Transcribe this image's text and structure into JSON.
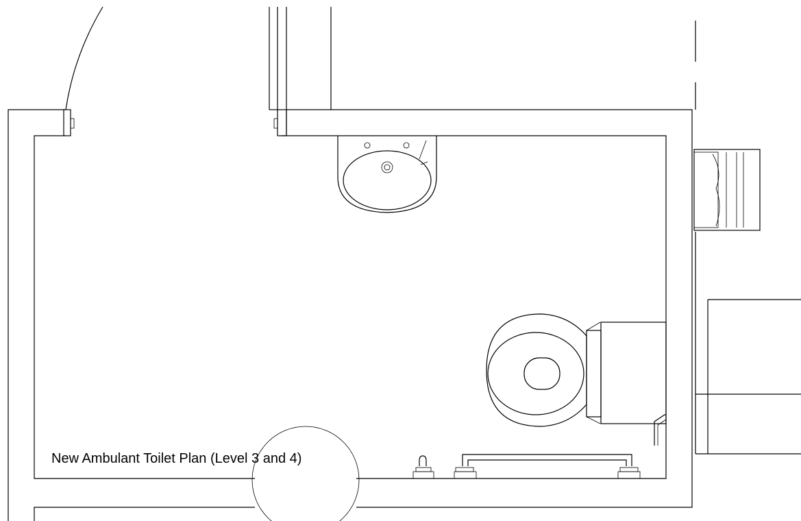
{
  "drawing": {
    "caption": "New Ambulant Toilet Plan (Level 3 and 4)"
  },
  "elements": [
    "walls",
    "door-swing",
    "door-frame",
    "wash-basin",
    "hand-dryer",
    "toilet-pan",
    "cistern",
    "grab-rail",
    "toilet-roll-holder",
    "flush-button",
    "adjacent-cubicle-wall",
    "section-marker"
  ]
}
